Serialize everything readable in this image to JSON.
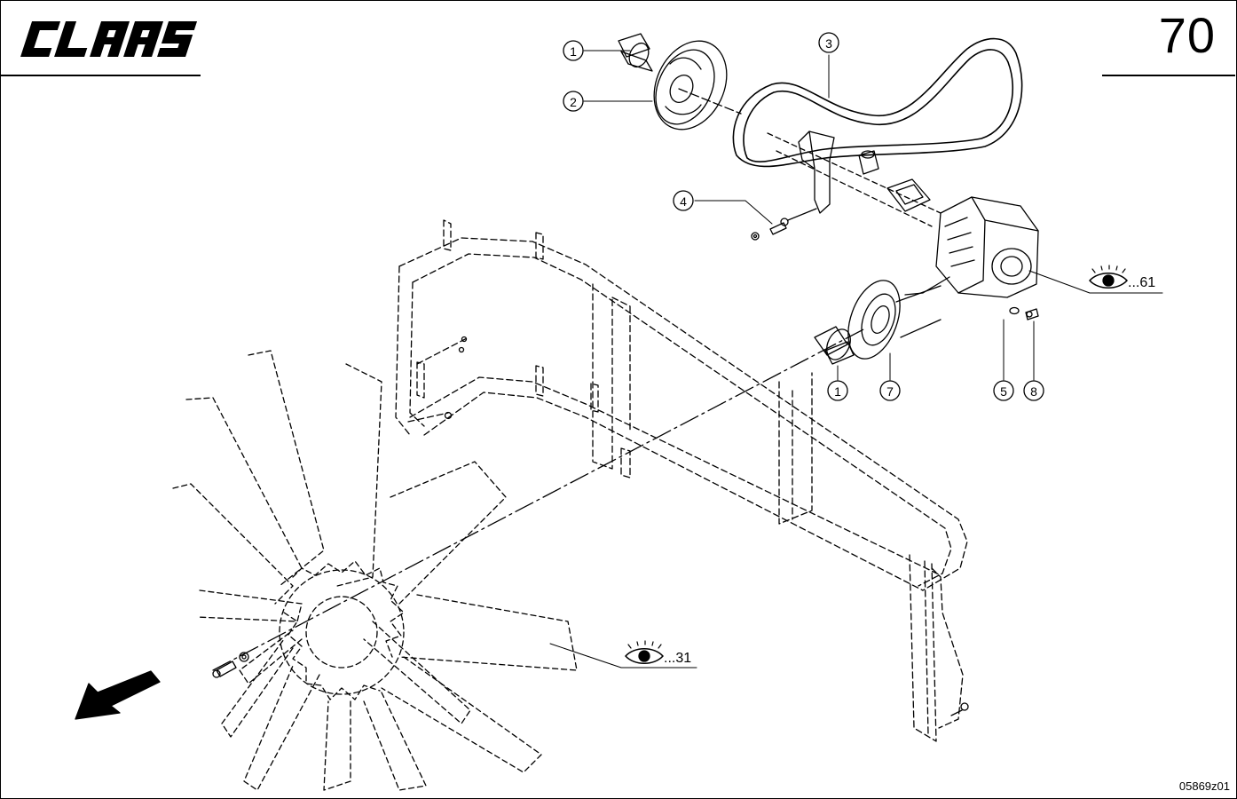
{
  "header": {
    "brand": "CLAAS",
    "page_number": "70"
  },
  "callouts": [
    {
      "id": "c1a",
      "label": "1"
    },
    {
      "id": "c2",
      "label": "2"
    },
    {
      "id": "c3",
      "label": "3"
    },
    {
      "id": "c4",
      "label": "4"
    },
    {
      "id": "c1b",
      "label": "1"
    },
    {
      "id": "c7",
      "label": "7"
    },
    {
      "id": "c5",
      "label": "5"
    },
    {
      "id": "c8",
      "label": "8"
    }
  ],
  "references": {
    "gearbox": "...61",
    "fan": "...31"
  },
  "footer": {
    "drawing_id": "05869z01"
  },
  "icons": {
    "reference": "eye-icon",
    "direction": "direction-arrow-icon"
  }
}
